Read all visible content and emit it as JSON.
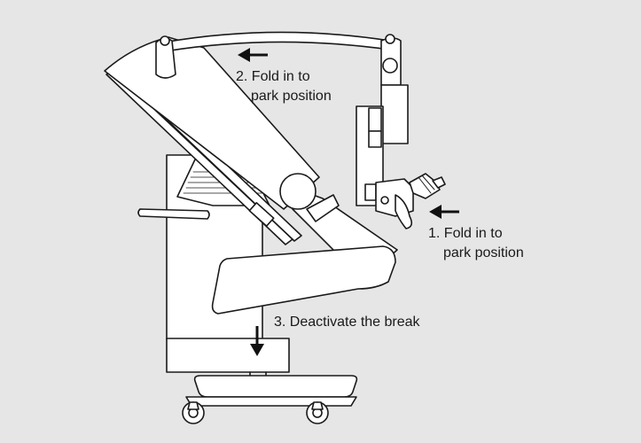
{
  "callouts": {
    "fold_arm": {
      "line1": "2. Fold in to",
      "line2": "park position"
    },
    "fold_head": {
      "line1": "1. Fold in to",
      "line2": "park position"
    },
    "brake": {
      "line1": "3. Deactivate the break"
    }
  },
  "colors": {
    "background": "#e6e6e6",
    "stroke": "#1a1a1a",
    "fill": "#ffffff",
    "arrow": "#111111"
  }
}
